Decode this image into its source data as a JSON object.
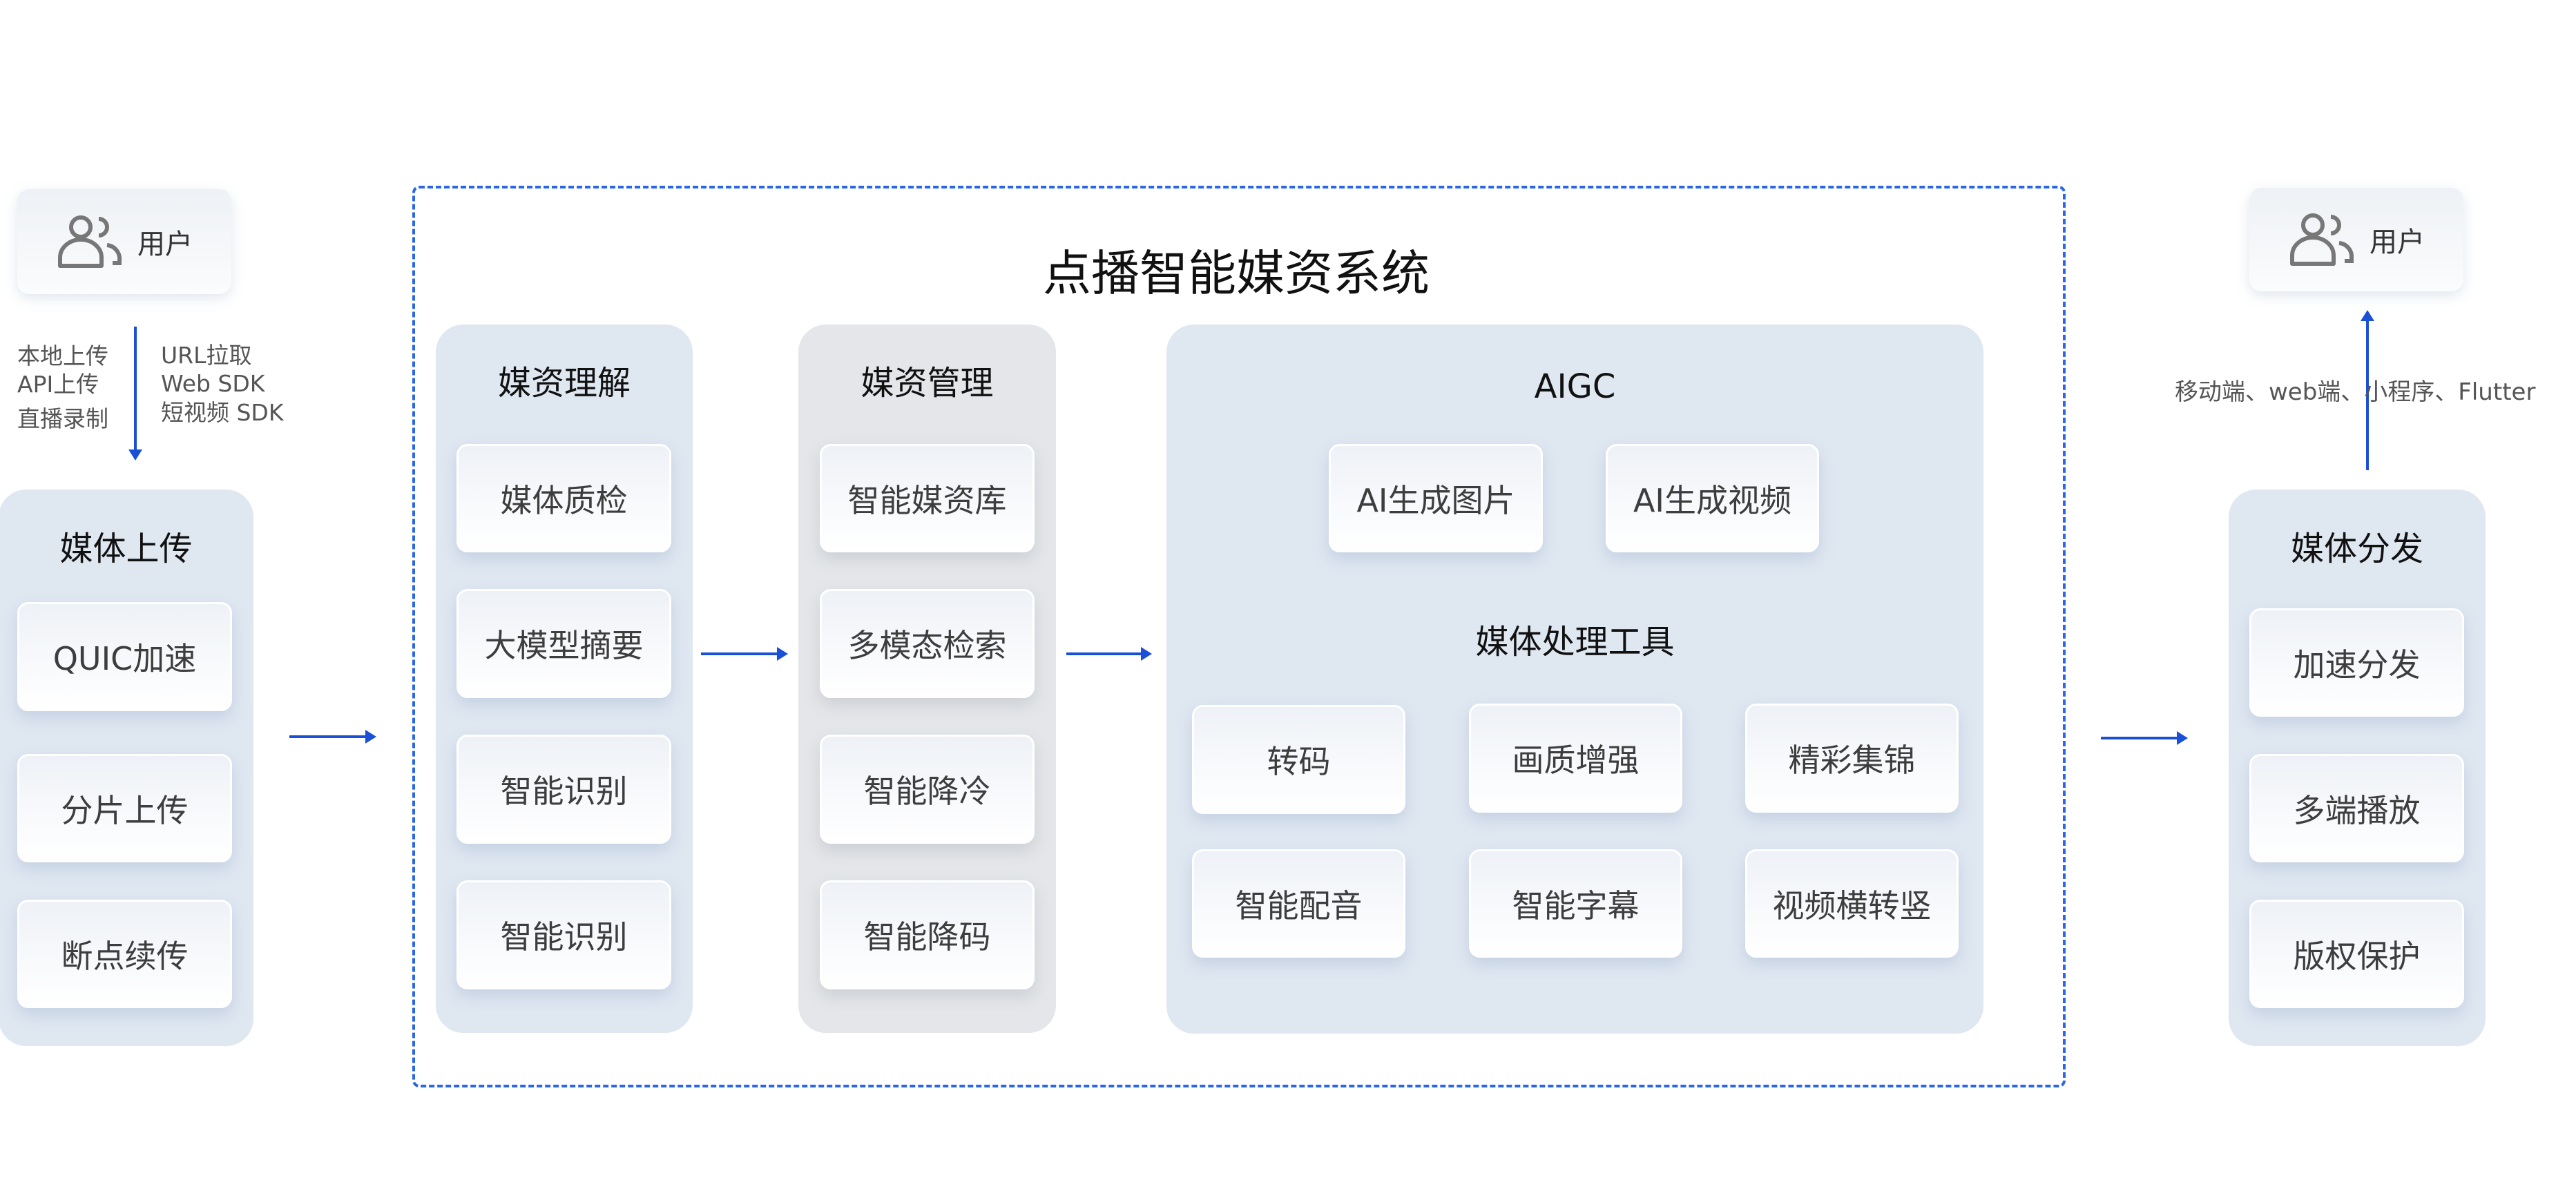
{
  "diagram": {
    "system_title": "点播智能媒资系统",
    "colors": {
      "arrow": "#1a4fd8",
      "dashed_border": "#2a66e8",
      "panel_blue": "#dfe7f1",
      "panel_gray": "#e4e6e9"
    },
    "source_user": {
      "icon": "users-icon",
      "label": "用户"
    },
    "upload_methods_left": [
      "本地上传",
      "API上传",
      "直播录制"
    ],
    "upload_methods_right": [
      "URL拉取",
      "Web SDK",
      "短视频 SDK"
    ],
    "media_upload": {
      "title": "媒体上传",
      "items": [
        "QUIC加速",
        "分片上传",
        "断点续传"
      ]
    },
    "media_understanding": {
      "title": "媒资理解",
      "items": [
        "媒体质检",
        "大模型摘要",
        "智能识别",
        "智能识别"
      ]
    },
    "media_management": {
      "title": "媒资管理",
      "items": [
        "智能媒资库",
        "多模态检索",
        "智能降冷",
        "智能降码"
      ]
    },
    "aigc": {
      "title": "AIGC",
      "items": [
        "AI生成图片",
        "AI生成视频"
      ]
    },
    "media_tools": {
      "title": "媒体处理工具",
      "items": [
        "转码",
        "画质增强",
        "精彩集锦",
        "智能配音",
        "智能字幕",
        "视频横转竖"
      ]
    },
    "media_distribution": {
      "title": "媒体分发",
      "items": [
        "加速分发",
        "多端播放",
        "版权保护"
      ]
    },
    "distribution_channels": "移动端、web端、小程序、Flutter",
    "target_user": {
      "icon": "users-icon",
      "label": "用户"
    }
  }
}
